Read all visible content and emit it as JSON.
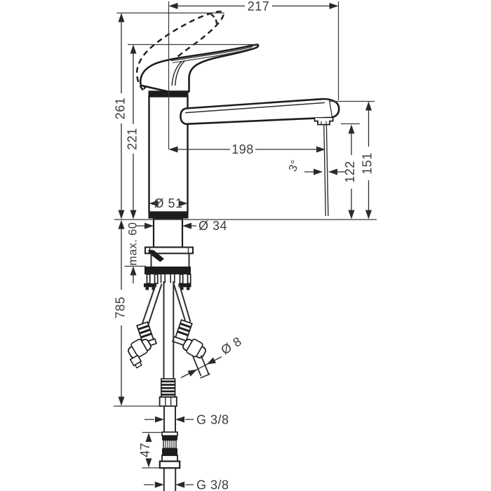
{
  "dimensions": {
    "spout_projection": "217",
    "total_height": "261",
    "handle_height": "221",
    "spout_reach": "198",
    "spout_top_height": "151",
    "outlet_height": "122",
    "stream_angle": "3°",
    "body_diameter": "Ø 51",
    "shank_diameter": "Ø 34",
    "max_counter_thickness": "max. 60",
    "hose_length": "785",
    "hose_diameter": "Ø 8",
    "top_thread": "G 3/8",
    "adapter_height": "47",
    "bottom_thread": "G 3/8"
  }
}
